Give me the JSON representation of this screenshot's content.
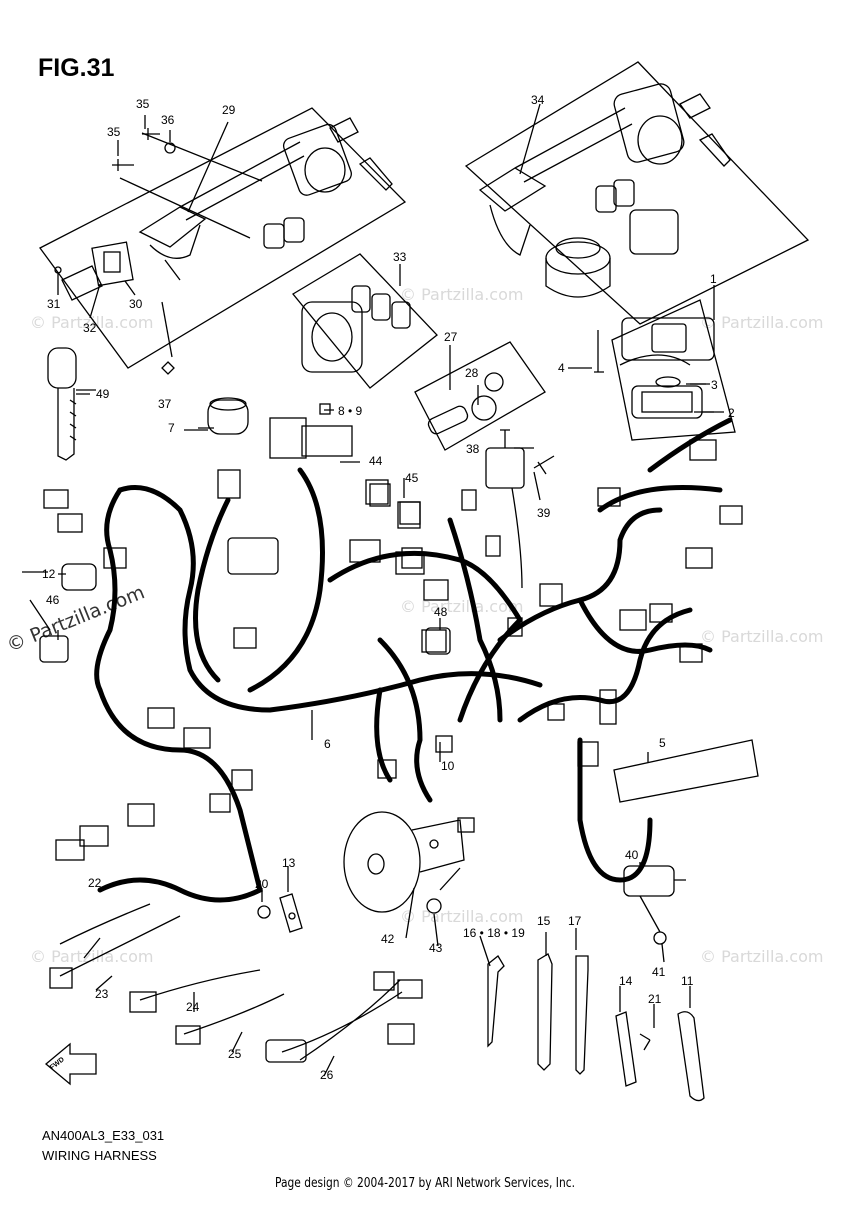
{
  "figure_label": "FIG.31",
  "model_code": "AN400AL3_E33_031",
  "caption": "WIRING HARNESS",
  "footer": "Page design © 2004-2017 by ARI Network Services, Inc.",
  "watermark": "© Partzilla.com",
  "fwd_label": "FWD",
  "callouts": {
    "c1": "1",
    "c2": "2",
    "c3": "3",
    "c4": "4",
    "c5": "5",
    "c6": "6",
    "c7": "7",
    "c8_9": "8 • 9",
    "c10": "10",
    "c11": "11",
    "c12": "12",
    "c13": "13",
    "c14": "14",
    "c15": "15",
    "c16_18_19": "16 • 18 • 19",
    "c17": "17",
    "c20": "20",
    "c21": "21",
    "c22": "22",
    "c23": "23",
    "c24": "24",
    "c25": "25",
    "c26": "26",
    "c27": "27",
    "c28": "28",
    "c29": "29",
    "c30": "30",
    "c31": "31",
    "c32": "32",
    "c33": "33",
    "c34": "34",
    "c35a": "35",
    "c35b": "35",
    "c36": "36",
    "c37": "37",
    "c38": "38",
    "c39": "39",
    "c40": "40",
    "c41": "41",
    "c42": "42",
    "c43": "43",
    "c44": "44",
    "c45": "45",
    "c46": "46",
    "c48": "48",
    "c49": "49"
  },
  "colors": {
    "ink": "#000000",
    "paper": "#ffffff",
    "watermark": "#d9d9d9"
  }
}
